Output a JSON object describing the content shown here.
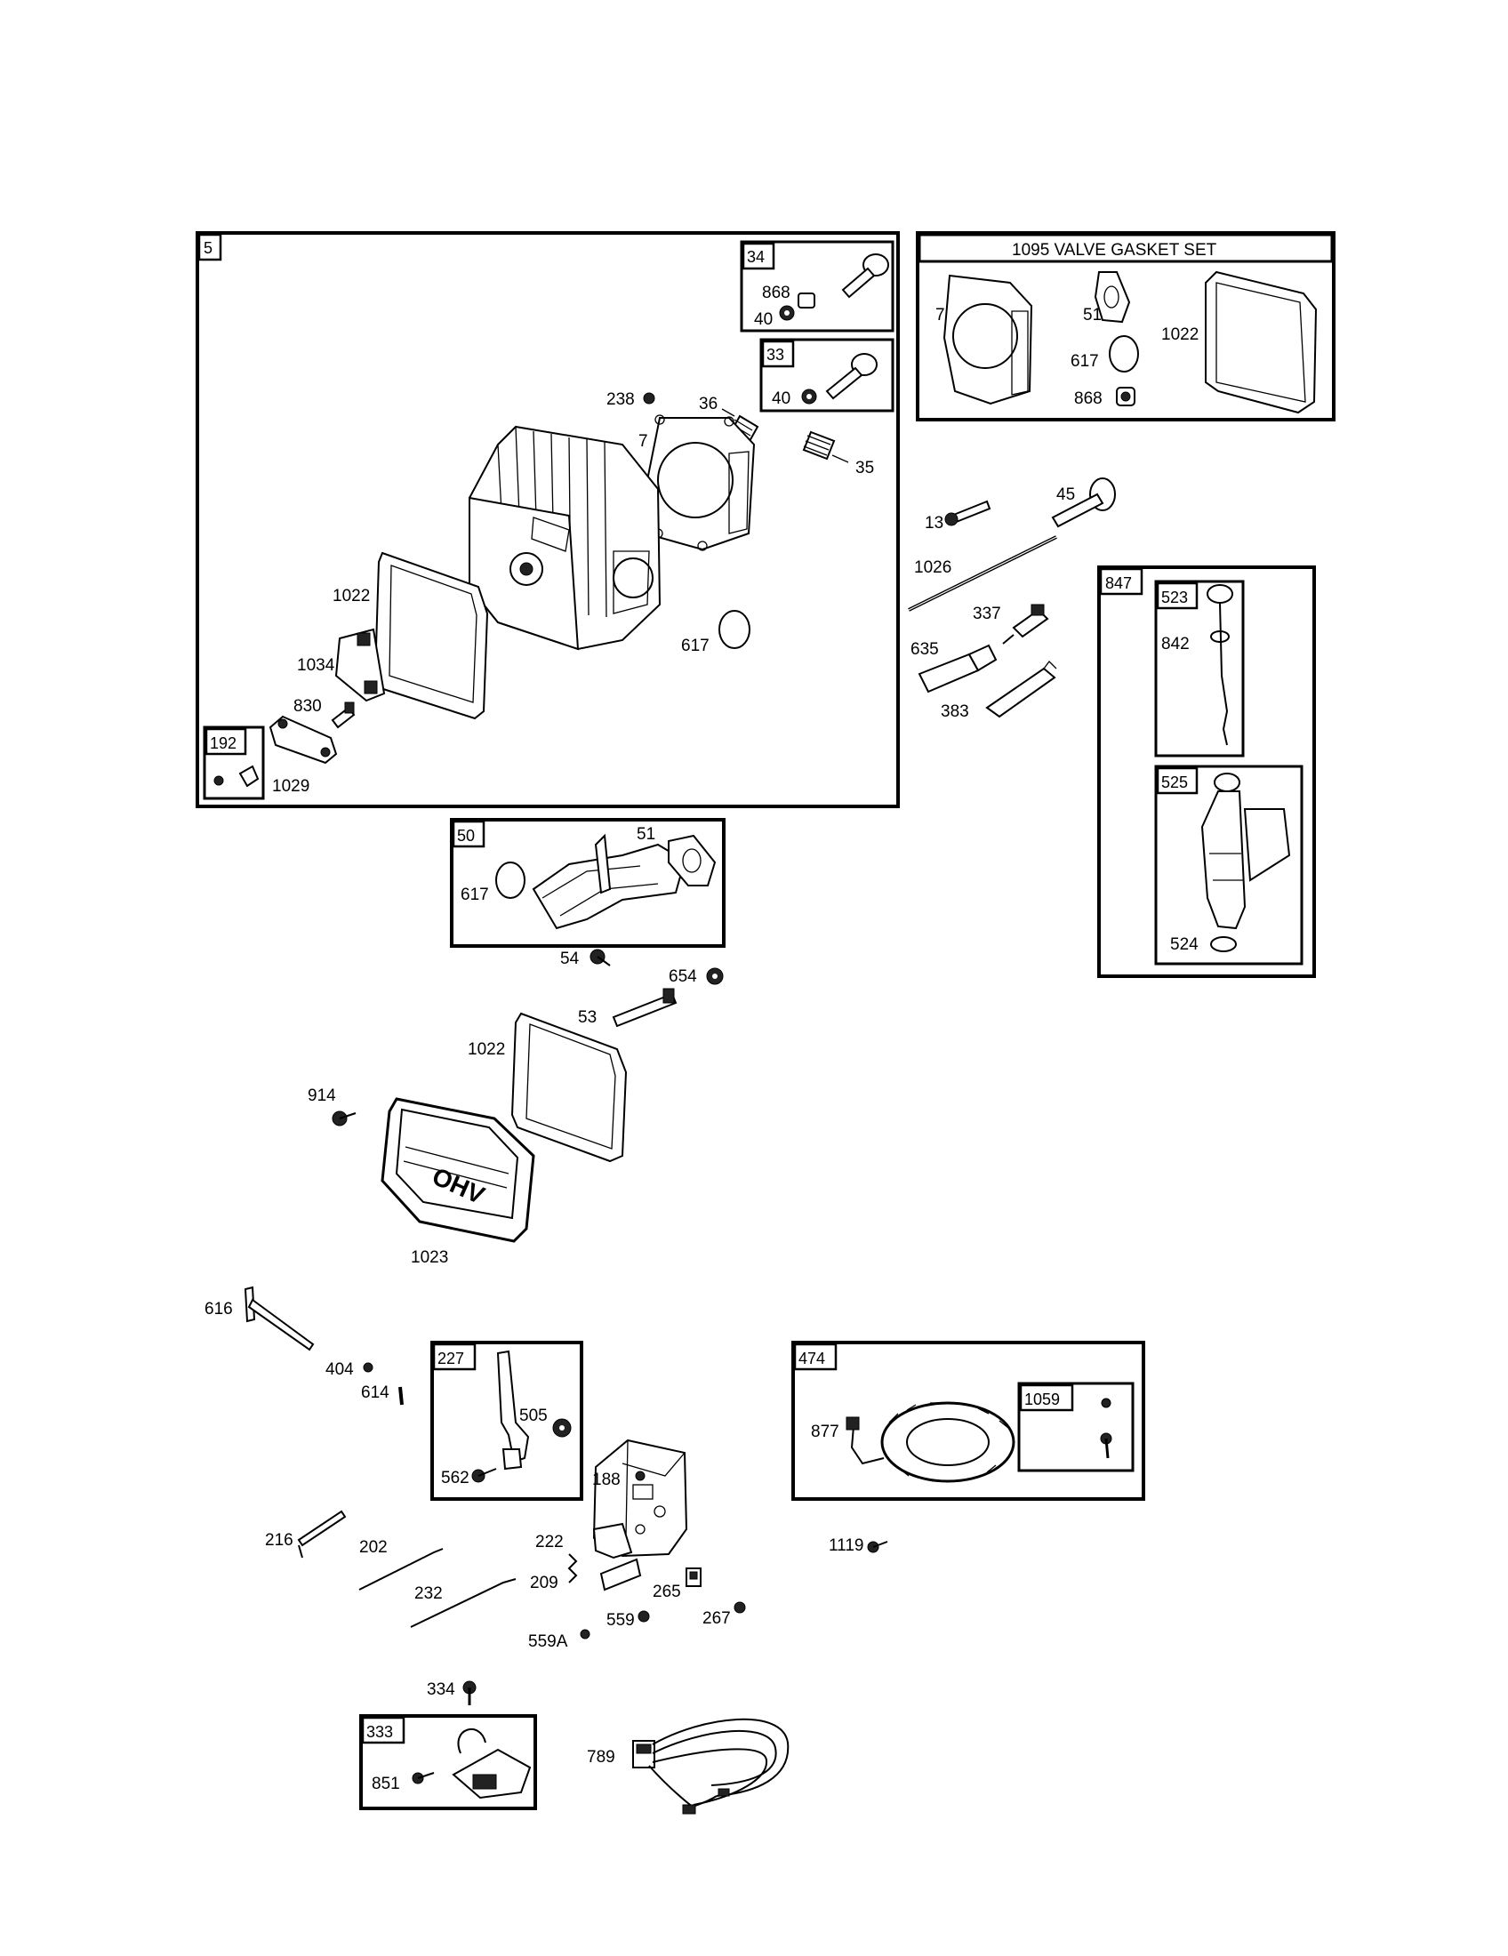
{
  "boxes": {
    "b5": "5",
    "b34": "34",
    "b33": "33",
    "b192": "192",
    "b1095": "1095 VALVE GASKET SET",
    "b847": "847",
    "b523": "523",
    "b525": "525",
    "b50": "50",
    "b227": "227",
    "b474": "474",
    "b1059": "1059",
    "b333": "333"
  },
  "labels": {
    "p868a": "868",
    "p40a": "40",
    "p40b": "40",
    "p238": "238",
    "p36": "36",
    "p7a": "7",
    "p35": "35",
    "p1022a": "1022",
    "p1034": "1034",
    "p830": "830",
    "p1029": "1029",
    "p617a": "617",
    "p7b": "7",
    "p51a": "51",
    "p617b": "617",
    "p868b": "868",
    "p1022b": "1022",
    "p13": "13",
    "p45": "45",
    "p1026": "1026",
    "p337": "337",
    "p635": "635",
    "p383": "383",
    "p842": "842",
    "p524": "524",
    "p51b": "51",
    "p617c": "617",
    "p54": "54",
    "p654": "654",
    "p53": "53",
    "p1022c": "1022",
    "p914": "914",
    "p1023": "1023",
    "p616": "616",
    "p404": "404",
    "p614": "614",
    "p505": "505",
    "p562": "562",
    "p188": "188",
    "p216": "216",
    "p202": "202",
    "p222": "222",
    "p232": "232",
    "p209": "209",
    "p265": "265",
    "p559": "559",
    "p267": "267",
    "p559a": "559A",
    "p877": "877",
    "p1119": "1119",
    "p334": "334",
    "p789": "789",
    "p851": "851"
  }
}
